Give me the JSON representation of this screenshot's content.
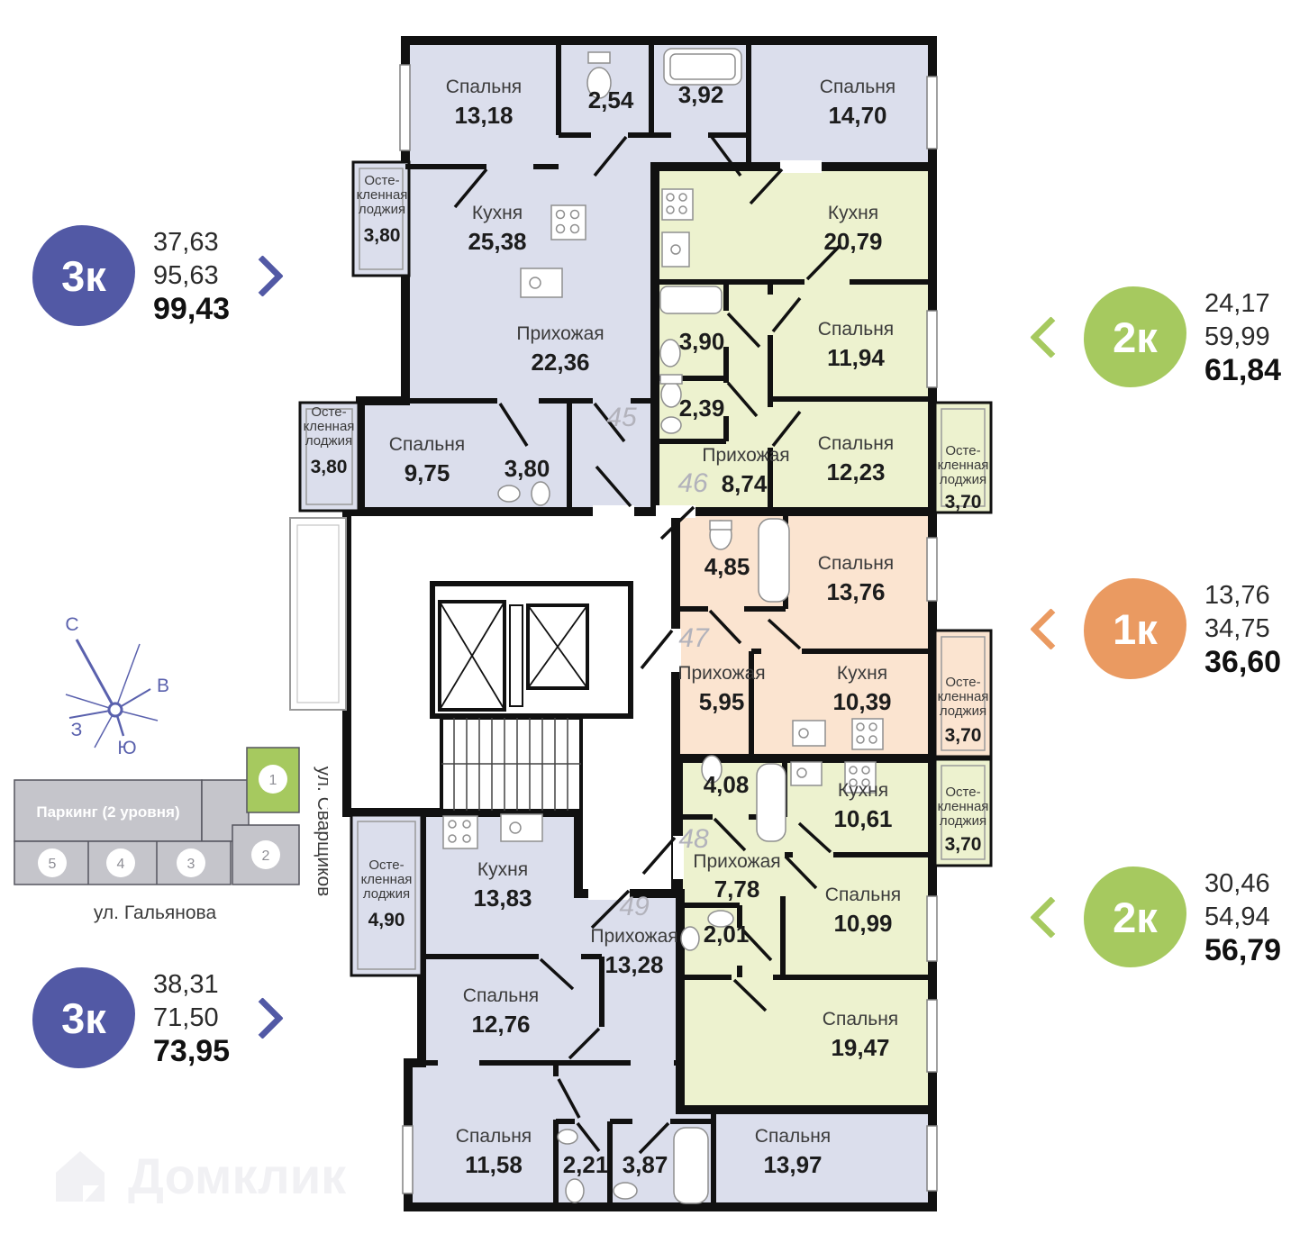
{
  "watermark": "Домклик",
  "colors": {
    "three_room": "#5259a5",
    "two_room": "#a6c95f",
    "one_room": "#ea9a61",
    "lavender": "#dbdeec",
    "green": "#edf2cf",
    "orange": "#fbe4d0"
  },
  "badges_left": [
    {
      "label": "3к",
      "area1": "37,63",
      "area2": "95,63",
      "total": "99,43"
    },
    {
      "label": "3к",
      "area1": "38,31",
      "area2": "71,50",
      "total": "73,95"
    }
  ],
  "badges_right": [
    {
      "label": "2к",
      "area1": "24,17",
      "area2": "59,99",
      "total": "61,84"
    },
    {
      "label": "1к",
      "area1": "13,76",
      "area2": "34,75",
      "total": "36,60"
    },
    {
      "label": "2к",
      "area1": "30,46",
      "area2": "54,94",
      "total": "56,79"
    }
  ],
  "compass": {
    "n": "С",
    "e": "В",
    "w": "З",
    "s": "Ю"
  },
  "site_map": {
    "parking": "Паркинг (2 уровня)",
    "street_bottom": "ул. Гальянова",
    "street_right": "ул. Сварщиков",
    "sections": [
      "5",
      "4",
      "3",
      "2",
      "1"
    ]
  },
  "loggia": {
    "l1": "Осте-",
    "l2": "кленная",
    "l3": "лоджия"
  },
  "apartments": {
    "a45": {
      "number": "45",
      "bedroom1": {
        "n": "Спальня",
        "a": "13,18"
      },
      "bath1": "2,54",
      "bath2": "3,92",
      "bedroom2": {
        "n": "Спальня",
        "a": "14,70"
      },
      "kitchen": {
        "n": "Кухня",
        "a": "25,38"
      },
      "hall": {
        "n": "Прихожая",
        "a": "22,36"
      },
      "bedroom3": {
        "n": "Спальня",
        "a": "9,75"
      },
      "bath3": "3,80",
      "loggia1": "3,80",
      "loggia2": "3,80"
    },
    "a46": {
      "number": "46",
      "kitchen": {
        "n": "Кухня",
        "a": "20,79"
      },
      "bath1": "3,90",
      "wc": "2,39",
      "bedroom1": {
        "n": "Спальня",
        "a": "11,94"
      },
      "bedroom2": {
        "n": "Спальня",
        "a": "12,23"
      },
      "hall": {
        "n": "Прихожая",
        "a": "8,74"
      },
      "loggia": "3,70"
    },
    "a47": {
      "number": "47",
      "bath": "4,85",
      "bedroom": {
        "n": "Спальня",
        "a": "13,76"
      },
      "hall": {
        "n": "Прихожая",
        "a": "5,95"
      },
      "kitchen": {
        "n": "Кухня",
        "a": "10,39"
      },
      "loggia": "3,70"
    },
    "a48": {
      "number": "48",
      "bath": "4,08",
      "kitchen": {
        "n": "Кухня",
        "a": "10,61"
      },
      "hall": {
        "n": "Прихожая",
        "a": "7,78"
      },
      "wc": "2,01",
      "bedroom1": {
        "n": "Спальня",
        "a": "10,99"
      },
      "bedroom2": {
        "n": "Спальня",
        "a": "19,47"
      },
      "loggia": "3,70"
    },
    "a49": {
      "number": "49",
      "loggia": "4,90",
      "kitchen": {
        "n": "Кухня",
        "a": "13,83"
      },
      "hall": {
        "n": "Прихожая",
        "a": "13,28"
      },
      "bedroom1": {
        "n": "Спальня",
        "a": "12,76"
      },
      "bedroom2": {
        "n": "Спальня",
        "a": "11,58"
      },
      "wc": "2,21",
      "bath": "3,87",
      "bedroom3": {
        "n": "Спальня",
        "a": "13,97"
      }
    }
  }
}
